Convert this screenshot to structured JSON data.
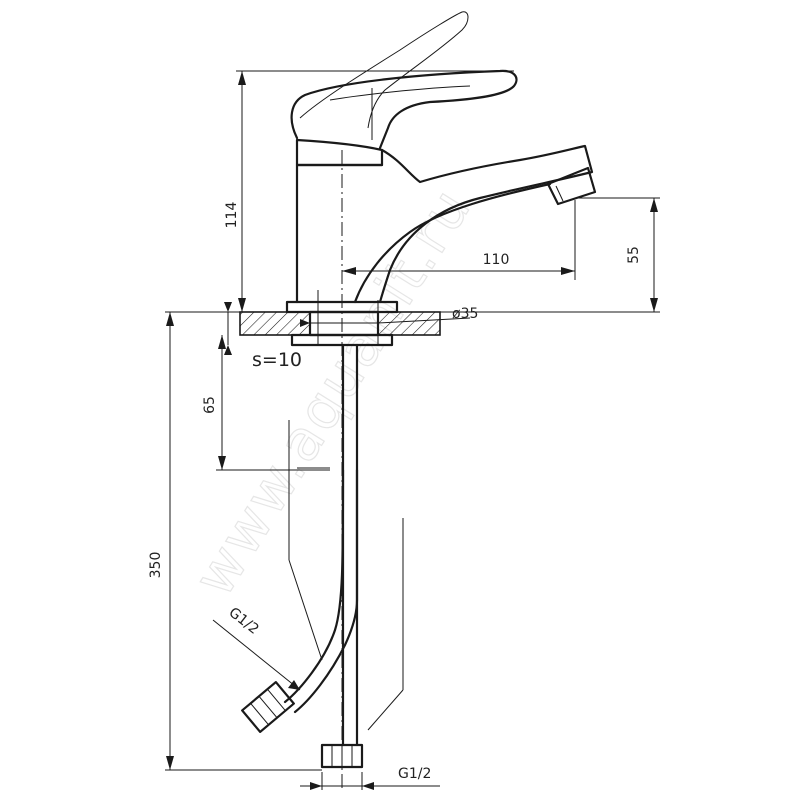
{
  "watermark": "www.aquanit.ru",
  "dimensions": {
    "height_spout": "114",
    "reach": "110",
    "spout_clearance": "55",
    "base_diameter": "ø35",
    "thickness": "s=10",
    "below_deck": "65",
    "hose_length": "350",
    "hose_thread": "G1/2",
    "inlet_thread": "G1/2"
  }
}
